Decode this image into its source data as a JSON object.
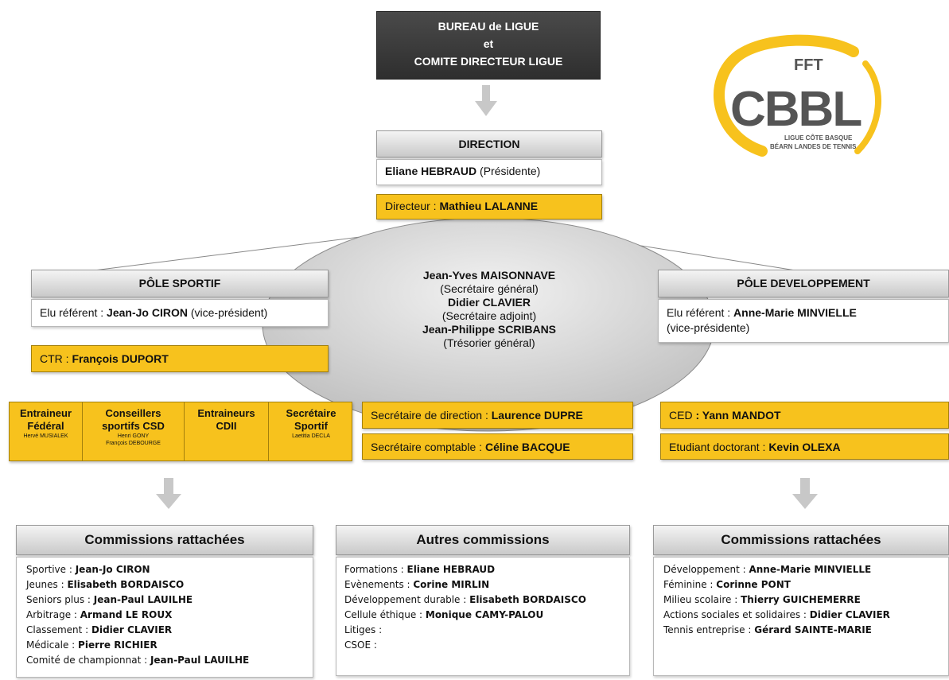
{
  "top": {
    "line1": "BUREAU de LIGUE",
    "line2": "et",
    "line3": "COMITE DIRECTEUR LIGUE"
  },
  "direction": {
    "title": "DIRECTION",
    "president_name": "Eliane HEBRAUD",
    "president_role": "(Présidente)",
    "director_label": "Directeur : ",
    "director_name": "Mathieu LALANNE"
  },
  "logo": {
    "letters": "CBBL",
    "ff": "FFT",
    "line1": "LIGUE CÔTE BASQUE",
    "line2": "BÉARN LANDES DE TENNIS",
    "accent": "#f7c21d",
    "dark": "#555555"
  },
  "oval": [
    {
      "name": "Jean-Yves MAISONNAVE",
      "role": "(Secrétaire général)"
    },
    {
      "name": "Didier CLAVIER",
      "role": "(Secrétaire adjoint)"
    },
    {
      "name": "Jean-Philippe SCRIBANS",
      "role": "(Trésorier général)"
    }
  ],
  "pole_sportif": {
    "title": "PÔLE SPORTIF",
    "elu_label": "Elu référent : ",
    "elu_name": "Jean-Jo CIRON",
    "elu_role": " (vice-président)",
    "ctr_label": "CTR : ",
    "ctr_name": "François DUPORT",
    "cells": [
      {
        "title1": "Entraineur",
        "title2": "Fédéral",
        "sub1": "Hervé MUSIALEK",
        "sub2": ""
      },
      {
        "title1": "Conseillers",
        "title2": "sportifs CSD",
        "sub1": "Henri GONY",
        "sub2": "François DEBOURGE"
      },
      {
        "title1": "Entraineurs",
        "title2": "CDII",
        "sub1": "",
        "sub2": ""
      },
      {
        "title1": "Secrétaire",
        "title2": "Sportif",
        "sub1": "Laetitia DECLA",
        "sub2": ""
      }
    ]
  },
  "pole_dev": {
    "title": "PÔLE DEVELOPPEMENT",
    "elu_label": "Elu référent : ",
    "elu_name": "Anne-Marie MINVIELLE",
    "elu_role": "(vice-présidente)",
    "ced_label": "CED ",
    "ced_sep": ": ",
    "ced_name": "Yann MANDOT",
    "doc_label": "Etudiant doctorant : ",
    "doc_name": "Kevin OLEXA"
  },
  "secretariat": {
    "direction_label": "Secrétaire de direction : ",
    "direction_name": "Laurence DUPRE",
    "comptable_label": "Secrétaire comptable : ",
    "comptable_name": "Céline BACQUE"
  },
  "commissions_left": {
    "title": "Commissions rattachées",
    "items": [
      {
        "label": "Sportive : ",
        "name": "Jean-Jo CIRON"
      },
      {
        "label": "Jeunes : ",
        "name": "Elisabeth BORDAISCO"
      },
      {
        "label": "Seniors plus : ",
        "name": "Jean-Paul LAUILHE"
      },
      {
        "label": "Arbitrage : ",
        "name": "Armand LE ROUX"
      },
      {
        "label": "Classement : ",
        "name": "Didier CLAVIER"
      },
      {
        "label": "Médicale : ",
        "name": "Pierre RICHIER"
      },
      {
        "label": "Comité de championnat : ",
        "name": "Jean-Paul LAUILHE"
      }
    ]
  },
  "commissions_mid": {
    "title": "Autres commissions",
    "items": [
      {
        "label": "Formations : ",
        "name": "Eliane HEBRAUD"
      },
      {
        "label": "Evènements : ",
        "name": "Corine MIRLIN"
      },
      {
        "label": "Développement durable : ",
        "name": "Elisabeth BORDAISCO"
      },
      {
        "label": "Cellule éthique : ",
        "name": "Monique CAMY-PALOU"
      },
      {
        "label": "Litiges :",
        "name": ""
      },
      {
        "label": "CSOE :",
        "name": ""
      }
    ]
  },
  "commissions_right": {
    "title": "Commissions rattachées",
    "items": [
      {
        "label": "Développement : ",
        "name": "Anne-Marie MINVIELLE"
      },
      {
        "label": "Féminine : ",
        "name": "Corinne PONT"
      },
      {
        "label": "Milieu scolaire : ",
        "name": "Thierry GUICHEMERRE"
      },
      {
        "label": "Actions sociales et solidaires : ",
        "name": "Didier CLAVIER"
      },
      {
        "label": "Tennis entreprise : ",
        "name": "Gérard SAINTE-MARIE"
      }
    ]
  }
}
